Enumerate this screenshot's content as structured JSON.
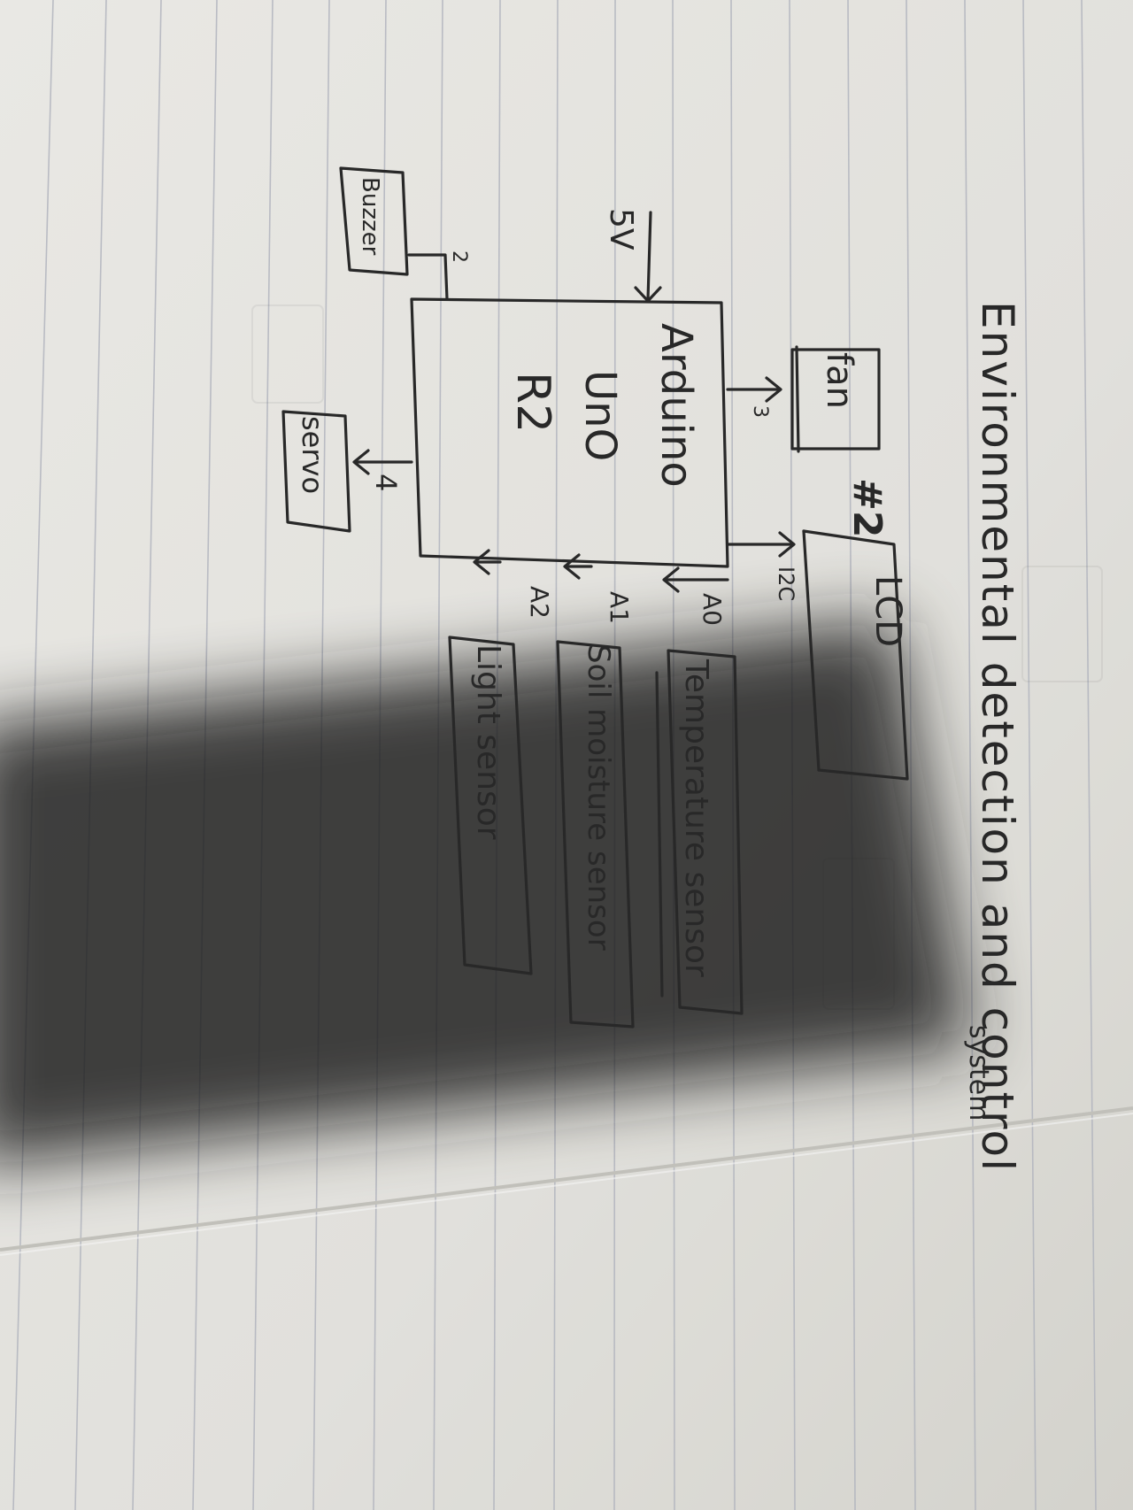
{
  "title": {
    "line1": "Environmental detection and control",
    "line2": "system"
  },
  "mark": "#2",
  "controller": {
    "line1": "Arduino",
    "line2": "UnO",
    "line3": "R2"
  },
  "power": {
    "label": "5V"
  },
  "components": {
    "fan": {
      "label": "fan",
      "pin": "3"
    },
    "lcd": {
      "label": "LCD",
      "pin": "I2C"
    },
    "buzzer": {
      "label": "Buzzer",
      "pin": "2"
    },
    "servo": {
      "label": "servo",
      "pin": "4"
    },
    "temperature_sensor": {
      "label": "Temperature sensor",
      "pin": "A0"
    },
    "soil_moisture_sensor": {
      "label": "Soil moisture sensor",
      "pin": "A1"
    },
    "light_sensor": {
      "label": "Light sensor",
      "pin": "A2"
    }
  },
  "colors": {
    "ink": "#2a2a2a",
    "paper": "#f1f0ec",
    "rule_line": "#b9bcc6",
    "shadow": "#1b1b1b"
  }
}
